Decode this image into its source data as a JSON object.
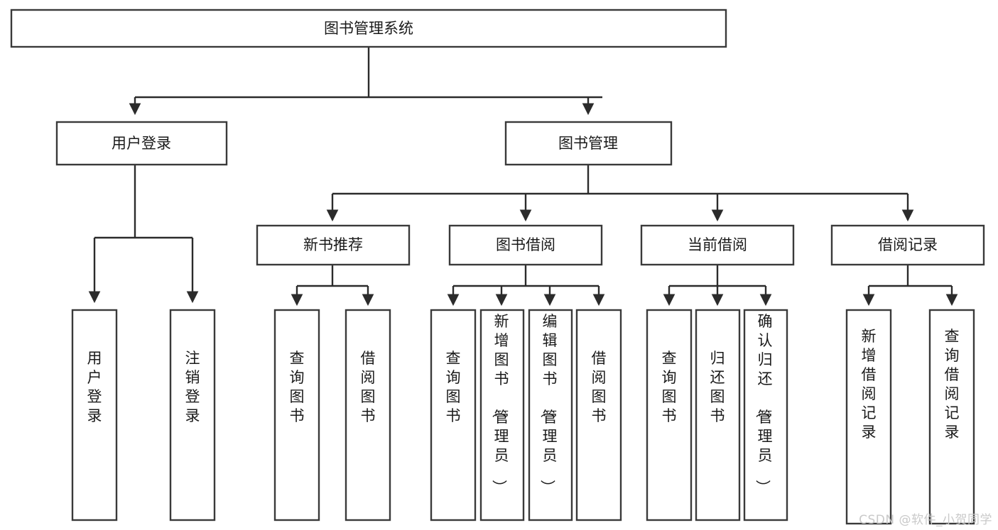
{
  "diagram": {
    "type": "tree",
    "title": "图书管理系统",
    "root": {
      "id": "root",
      "label": "图书管理系统",
      "orientation": "horizontal"
    },
    "level2": [
      {
        "id": "user-login",
        "label": "用户登录",
        "orientation": "horizontal"
      },
      {
        "id": "book-manage",
        "label": "图书管理",
        "orientation": "horizontal"
      }
    ],
    "level3": [
      {
        "id": "new-book-recommend",
        "label": "新书推荐",
        "orientation": "horizontal",
        "parent": "book-manage"
      },
      {
        "id": "book-borrow",
        "label": "图书借阅",
        "orientation": "horizontal",
        "parent": "book-manage"
      },
      {
        "id": "current-borrow",
        "label": "当前借阅",
        "orientation": "horizontal",
        "parent": "book-manage"
      },
      {
        "id": "borrow-record",
        "label": "借阅记录",
        "orientation": "horizontal",
        "parent": "book-manage"
      }
    ],
    "leaves": [
      {
        "id": "leaf-user-login",
        "label": "用户登录",
        "orientation": "vertical",
        "parent": "user-login"
      },
      {
        "id": "leaf-logout",
        "label": "注销登录",
        "orientation": "vertical",
        "parent": "user-login"
      },
      {
        "id": "leaf-query-book-1",
        "label": "查询图书",
        "orientation": "vertical",
        "parent": "new-book-recommend"
      },
      {
        "id": "leaf-borrow-book-1",
        "label": "借阅图书",
        "orientation": "vertical",
        "parent": "new-book-recommend"
      },
      {
        "id": "leaf-query-book-2",
        "label": "查询图书",
        "orientation": "vertical",
        "parent": "book-borrow"
      },
      {
        "id": "leaf-add-book",
        "label": "新增图书（管理员）",
        "orientation": "vertical",
        "parent": "book-borrow"
      },
      {
        "id": "leaf-edit-book",
        "label": "编辑图书（管理员）",
        "orientation": "vertical",
        "parent": "book-borrow"
      },
      {
        "id": "leaf-borrow-book-2",
        "label": "借阅图书",
        "orientation": "vertical",
        "parent": "book-borrow"
      },
      {
        "id": "leaf-query-book-3",
        "label": "查询图书",
        "orientation": "vertical",
        "parent": "current-borrow"
      },
      {
        "id": "leaf-return-book",
        "label": "归还图书",
        "orientation": "vertical",
        "parent": "current-borrow"
      },
      {
        "id": "leaf-confirm-return",
        "label": "确认归还（管理员）",
        "orientation": "vertical",
        "parent": "current-borrow"
      },
      {
        "id": "leaf-add-record",
        "label": "新增借阅记录",
        "orientation": "vertical",
        "parent": "borrow-record"
      },
      {
        "id": "leaf-query-record",
        "label": "查询借阅记录",
        "orientation": "vertical",
        "parent": "borrow-record"
      }
    ],
    "colors": {
      "background": "#ffffff",
      "box_fill": "#ffffff",
      "box_stroke": "#3a3a3a",
      "connector": "#2b2b2b",
      "text": "#1a1a1a",
      "watermark": "#c9c9c9"
    }
  },
  "watermark": {
    "text": "CSDN @软件_小贺同学"
  }
}
